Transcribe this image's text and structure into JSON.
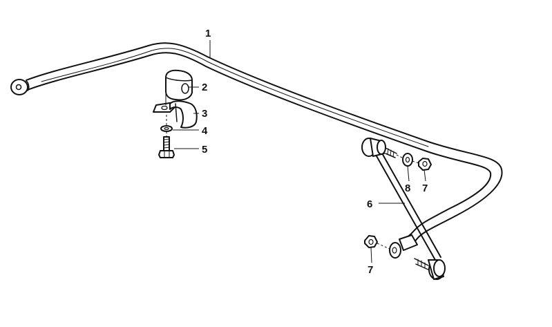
{
  "diagram": {
    "callouts": [
      {
        "id": "1",
        "label": "1"
      },
      {
        "id": "2",
        "label": "2"
      },
      {
        "id": "3",
        "label": "3"
      },
      {
        "id": "4",
        "label": "4"
      },
      {
        "id": "5",
        "label": "5"
      },
      {
        "id": "6",
        "label": "6"
      },
      {
        "id": "8",
        "label": "8"
      },
      {
        "id": "7a",
        "label": "7"
      },
      {
        "id": "7b",
        "label": "7"
      }
    ],
    "parts": [
      "stabilizer-bar",
      "rubber-mounting",
      "mounting-bracket",
      "washer",
      "hex-bolt",
      "connecting-link",
      "washer",
      "hex-nut",
      "hex-nut"
    ]
  }
}
